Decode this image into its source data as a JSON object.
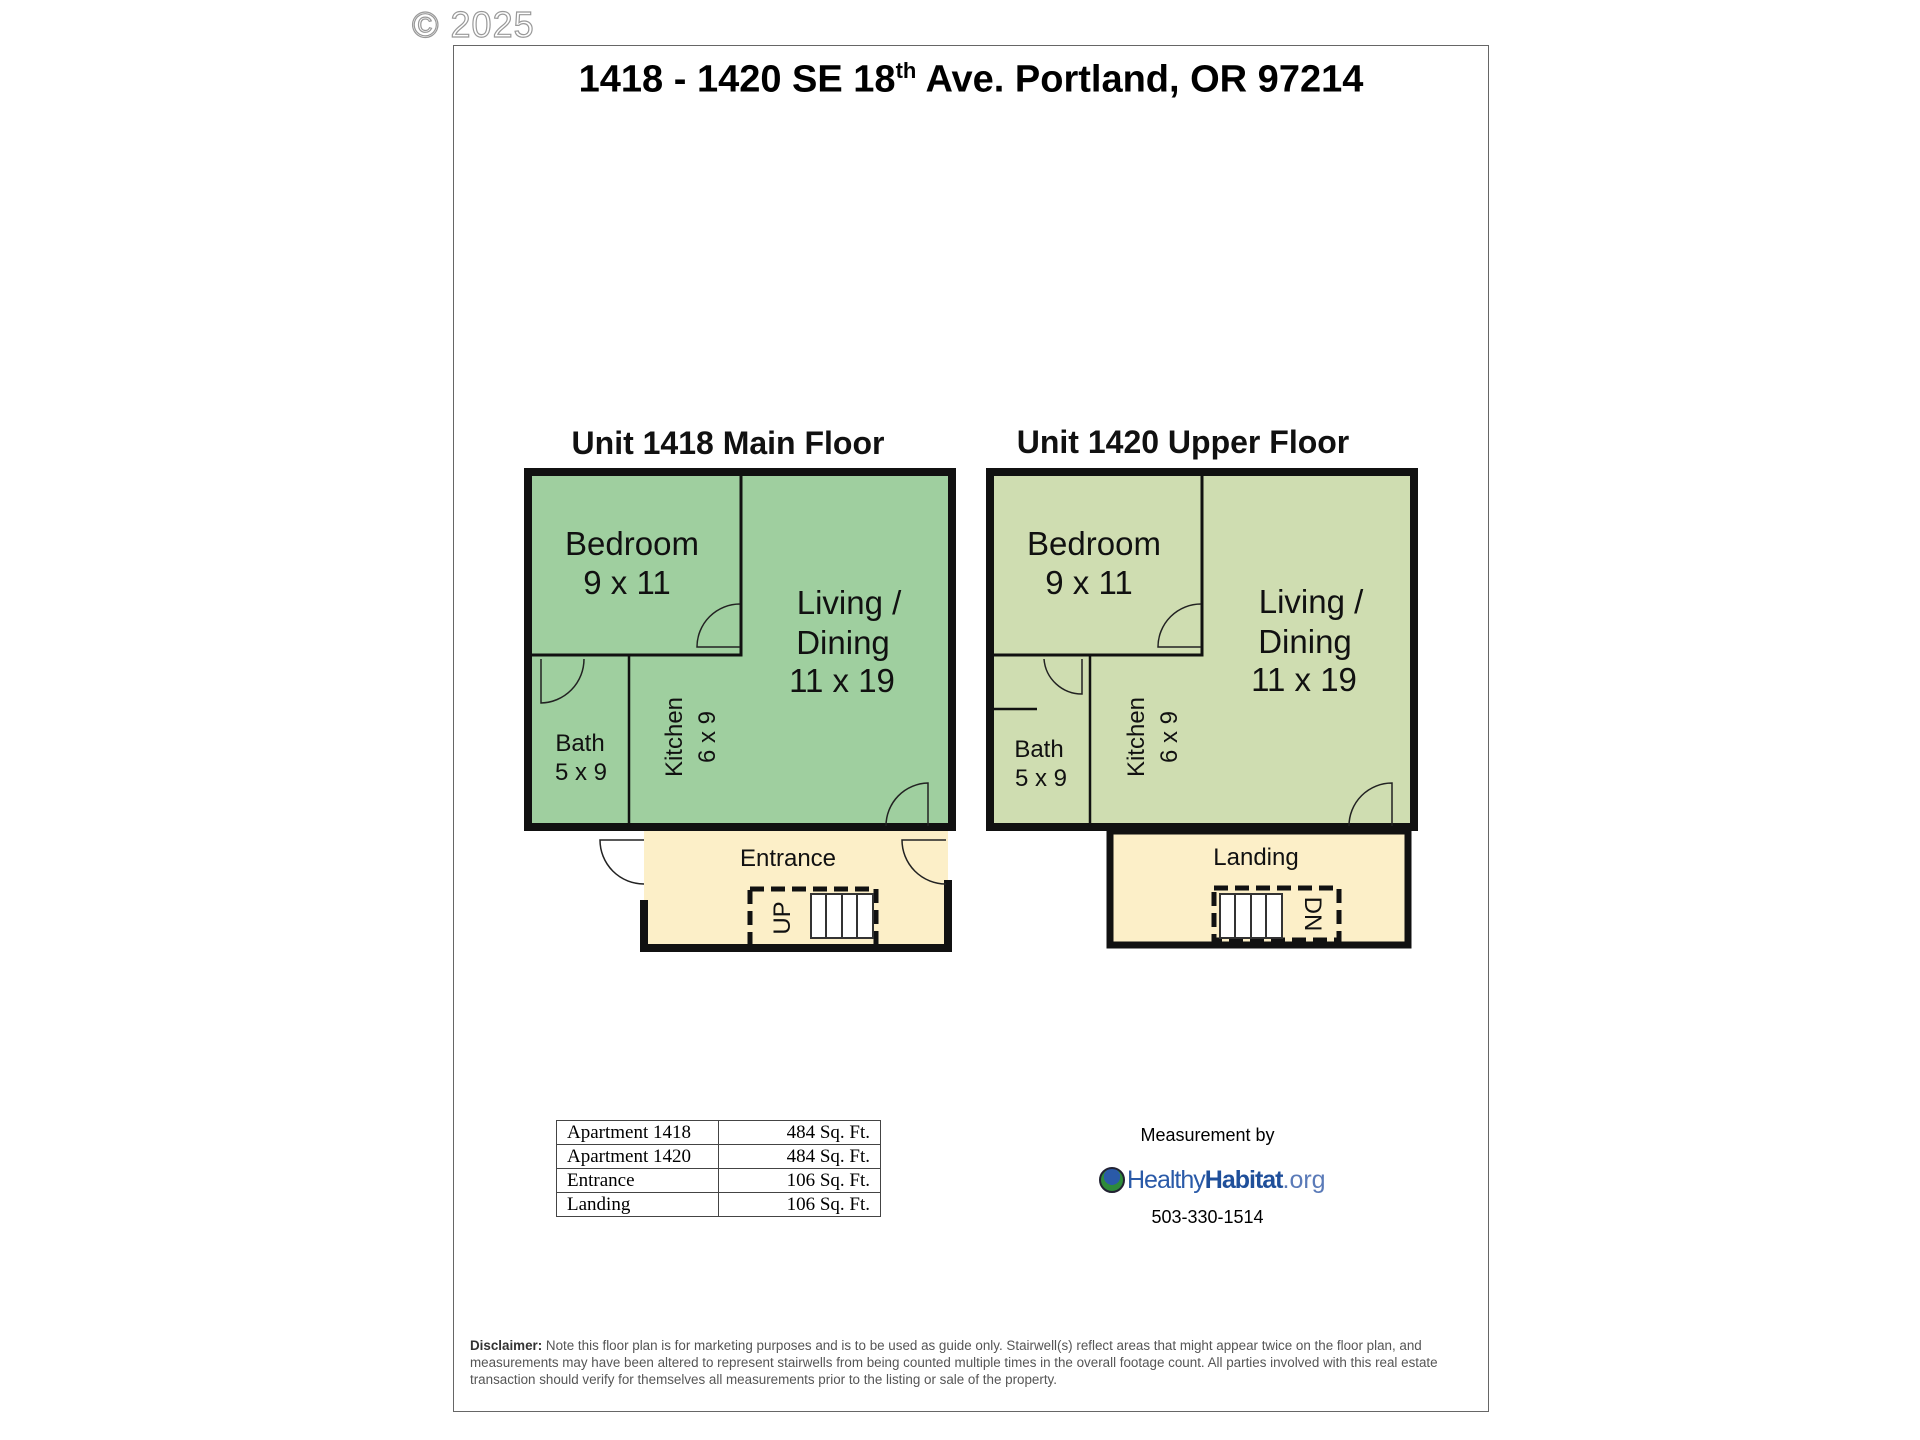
{
  "copyright": "© 2025",
  "title": {
    "main": "1418 - 1420 SE 18",
    "sup": "th",
    "rest": " Ave. Portland, OR 97214"
  },
  "units": [
    {
      "title": "Unit 1418 Main Floor",
      "fill": "#9fcf9f",
      "rooms": {
        "bedroom": {
          "name": "Bedroom",
          "size": "9 x 11"
        },
        "living": {
          "name1": "Living /",
          "name2": "Dining",
          "size": "11 x 19"
        },
        "bath": {
          "name": "Bath",
          "size": "5 x 9"
        },
        "kitchen": {
          "name": "Kitchen",
          "size": "6 x 9"
        },
        "extra": {
          "name": "Entrance",
          "stair_label": "UP"
        }
      }
    },
    {
      "title": "Unit 1420 Upper Floor",
      "fill": "#cfddb1",
      "rooms": {
        "bedroom": {
          "name": "Bedroom",
          "size": "9 x 11"
        },
        "living": {
          "name1": "Living /",
          "name2": "Dining",
          "size": "11 x 19"
        },
        "bath": {
          "name": "Bath",
          "size": "5 x 9"
        },
        "kitchen": {
          "name": "Kitchen",
          "size": "6 x 9"
        },
        "extra": {
          "name": "Landing",
          "stair_label": "DN"
        }
      }
    }
  ],
  "extra_fill": "#fcefc8",
  "area_table": [
    {
      "label": "Apartment 1418",
      "value": "484 Sq. Ft."
    },
    {
      "label": "Apartment 1420",
      "value": "484 Sq. Ft."
    },
    {
      "label": "Entrance",
      "value": "106 Sq. Ft."
    },
    {
      "label": "Landing",
      "value": "106 Sq. Ft."
    }
  ],
  "measurement": {
    "label": "Measurement by",
    "logo_part1": "Healthy",
    "logo_part2": "Habitat",
    "logo_part3": ".org",
    "phone": "503-330-1514"
  },
  "disclaimer": {
    "label": "Disclaimer:",
    "text": " Note this floor plan is for marketing purposes and is to be used as guide only.  Stairwell(s) reflect areas that might appear twice on the floor plan, and measurements may have been altered to represent stairwells from being counted multiple times in the overall footage count.  All parties involved with this real estate transaction should verify for themselves all measurements prior to the listing or sale of the property."
  }
}
